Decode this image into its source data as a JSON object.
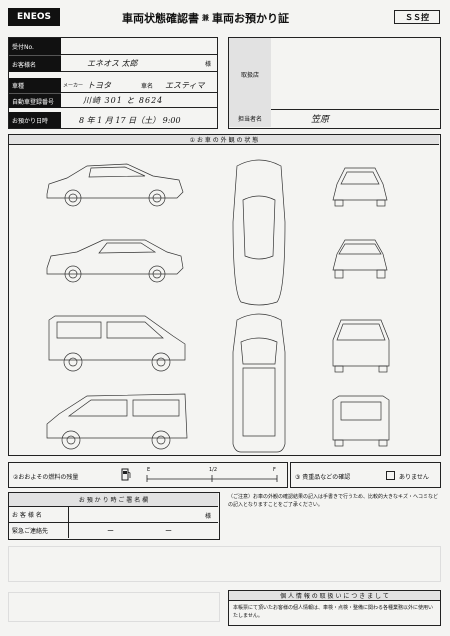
{
  "header": {
    "brand": "ENEOS",
    "title_part1": "車両状態確認書",
    "title_joiner": "兼",
    "title_part2": "車両お預かり証",
    "badge": "ＳＳ控"
  },
  "customer": {
    "receipt_no_label": "受付No.",
    "name_label": "お客様名",
    "name_value": "エネオス 太郎",
    "honorific": "様",
    "vehicle_label": "車種",
    "maker_label": "メーカー",
    "maker_value": "トヨタ",
    "model_label": "車名",
    "model_value": "エスティマ",
    "reg_label": "自動車登録番号",
    "reg_value": "川崎 301 と 8624",
    "date_label": "お預かり日時",
    "date_value": "8 年 1 月 17 日（土） 9:00"
  },
  "store": {
    "store_label": "取扱店",
    "staff_label": "担当者名",
    "staff_value": "笠原"
  },
  "exterior": {
    "section_label": "① お 車 の 外 観 の 状 態"
  },
  "fuel": {
    "label": "②おおよその燃料の残量",
    "empty": "E",
    "half": "1/2",
    "full": "F"
  },
  "valuables": {
    "label": "③ 貴重品などの確認",
    "none": "ありません"
  },
  "signature": {
    "title": "お 預 か り 時 ご 署 名 欄",
    "name_label": "お 客 様 名",
    "honorific": "様",
    "contact_label": "緊急ご連絡先",
    "dash1": "ー",
    "dash2": "ー"
  },
  "note": "（ご注意）お車の外観の確認結果の記入は手書きで行うため、比較的大きなキズ・ヘコミなどの記入となりますことをご了承ください。",
  "privacy": {
    "title": "個 人 情 報 の 取 扱 い に つ き ま し て",
    "body": "本帳票にて頂いたお客様の個人情報は、車検・点検・整備に関わる各種業務以外に使用いたしません。"
  }
}
